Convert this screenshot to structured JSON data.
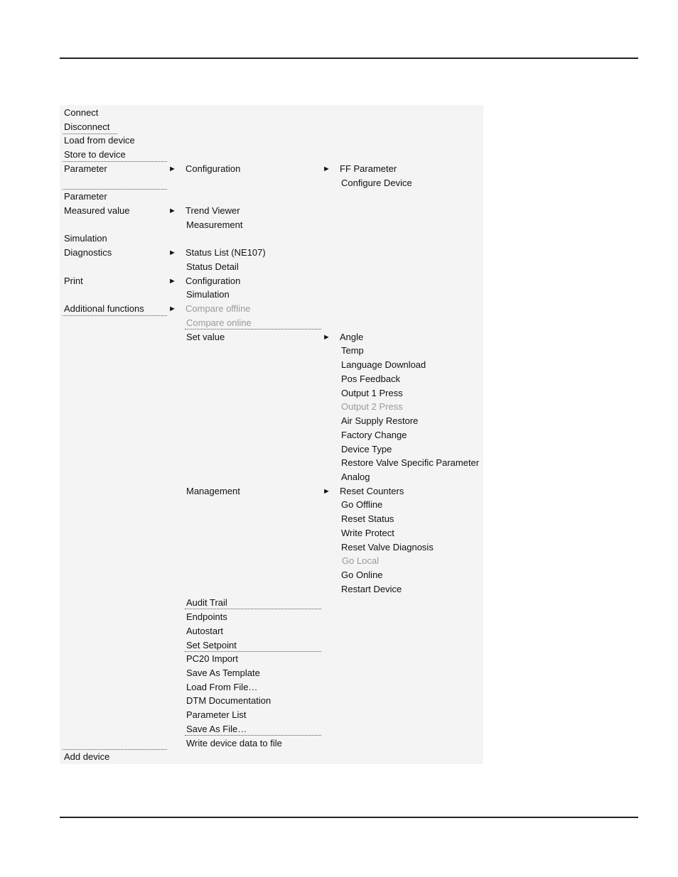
{
  "menu_col1": [
    {
      "label": "Connect"
    },
    {
      "label": "Disconnect"
    },
    {
      "label": "Load from device"
    },
    {
      "label": "Store to device"
    },
    {
      "label": "Parameter",
      "submenu": true
    },
    {
      "label": "Parameter"
    },
    {
      "label": "Measured value",
      "submenu": true
    },
    {
      "label": "Simulation"
    },
    {
      "label": "Diagnostics",
      "submenu": true
    },
    {
      "label": "Print",
      "submenu": true
    },
    {
      "label": "Additional functions",
      "submenu": true
    },
    {
      "label": "Add device"
    }
  ],
  "menu_col2": [
    {
      "label": "Configuration",
      "submenu": true
    },
    {
      "label": "Trend Viewer"
    },
    {
      "label": "Measurement"
    },
    {
      "label": "Status List (NE107)"
    },
    {
      "label": "Status Detail"
    },
    {
      "label": "Configuration"
    },
    {
      "label": "Simulation"
    },
    {
      "label": "Compare offline",
      "disabled": true
    },
    {
      "label": "Compare online",
      "disabled": true
    },
    {
      "label": "Set value",
      "submenu": true
    },
    {
      "label": "Management",
      "submenu": true
    },
    {
      "label": "Audit  Trail"
    },
    {
      "label": "Endpoints"
    },
    {
      "label": "Autostart"
    },
    {
      "label": "Set Setpoint"
    },
    {
      "label": "PC20 Import"
    },
    {
      "label": "Save As Template"
    },
    {
      "label": "Load From File…"
    },
    {
      "label": "DTM Documentation"
    },
    {
      "label": "Parameter List"
    },
    {
      "label": "Save As File…"
    },
    {
      "label": "Write device data to file"
    }
  ],
  "menu_col3": [
    {
      "label": "FF Parameter"
    },
    {
      "label": "Configure Device"
    },
    {
      "label": "Angle"
    },
    {
      "label": "Temp"
    },
    {
      "label": "Language Download"
    },
    {
      "label": "Pos Feedback"
    },
    {
      "label": "Output 1 Press"
    },
    {
      "label": "Output 2 Press",
      "disabled": true
    },
    {
      "label": "Air Supply Restore"
    },
    {
      "label": "Factory Change"
    },
    {
      "label": "Device Type"
    },
    {
      "label": "Restore Valve Specific Parameter"
    },
    {
      "label": "Analog"
    },
    {
      "label": "Reset Counters"
    },
    {
      "label": "Go Offline"
    },
    {
      "label": "Reset Status"
    },
    {
      "label": "Write Protect"
    },
    {
      "label": "Reset Valve Diagnosis"
    },
    {
      "label": "Go Local",
      "disabled": true
    },
    {
      "label": "Go Online"
    },
    {
      "label": "Restart Device"
    }
  ],
  "submenu_arrow": "►",
  "icons": {
    "submenu_arrow": "submenu-arrow-icon"
  }
}
